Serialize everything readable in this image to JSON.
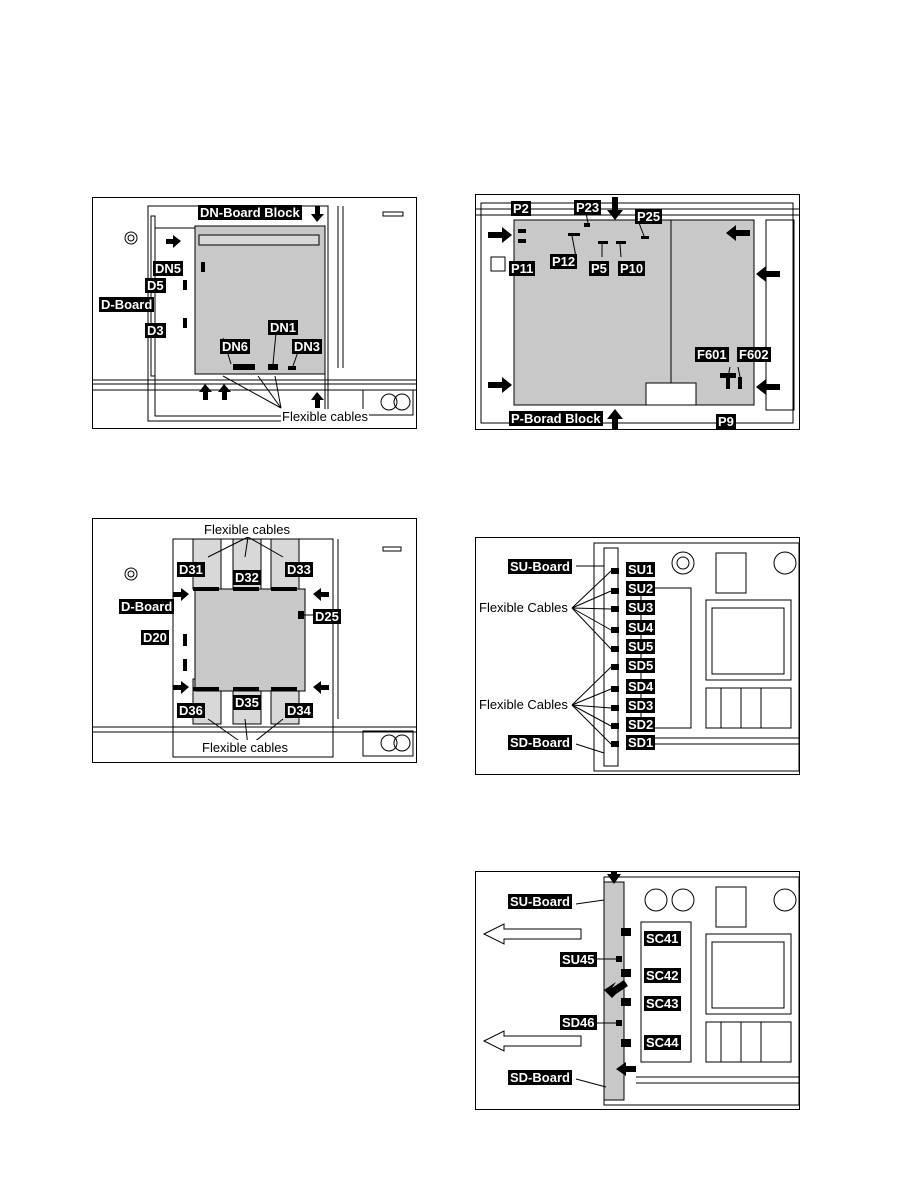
{
  "panel1": {
    "labels": {
      "dn_board_block": "DN-Board Block",
      "dn5": "DN5",
      "d5": "D5",
      "d_board": "D-Board",
      "d3": "D3",
      "dn1": "DN1",
      "dn6": "DN6",
      "dn3": "DN3",
      "flexible_cables": "Flexible cables"
    }
  },
  "panel2": {
    "labels": {
      "p2": "P2",
      "p23": "P23",
      "p25": "P25",
      "p11": "P11",
      "p12": "P12",
      "p5": "P5",
      "p10": "P10",
      "f601": "F601",
      "f602": "F602",
      "p_board_block": "P-Borad Block",
      "p9": "P9"
    }
  },
  "panel3": {
    "labels": {
      "flexible_cables_top": "Flexible cables",
      "d31": "D31",
      "d32": "D32",
      "d33": "D33",
      "d_board": "D-Board",
      "d25": "D25",
      "d20": "D20",
      "d36": "D36",
      "d35": "D35",
      "d34": "D34",
      "flexible_cables_bottom": "Flexible cables"
    }
  },
  "panel4": {
    "labels": {
      "su_board": "SU-Board",
      "flexible_cables_upper": "Flexible Cables",
      "flexible_cables_lower": "Flexible Cables",
      "sd_board": "SD-Board",
      "connectors": [
        "SU1",
        "SU2",
        "SU3",
        "SU4",
        "SU5",
        "SD5",
        "SD4",
        "SD3",
        "SD2",
        "SD1"
      ]
    }
  },
  "panel5": {
    "labels": {
      "su_board": "SU-Board",
      "sc41": "SC41",
      "su45": "SU45",
      "sc42": "SC42",
      "sc43": "SC43",
      "sd46": "SD46",
      "sc44": "SC44",
      "sd_board": "SD-Board"
    }
  }
}
